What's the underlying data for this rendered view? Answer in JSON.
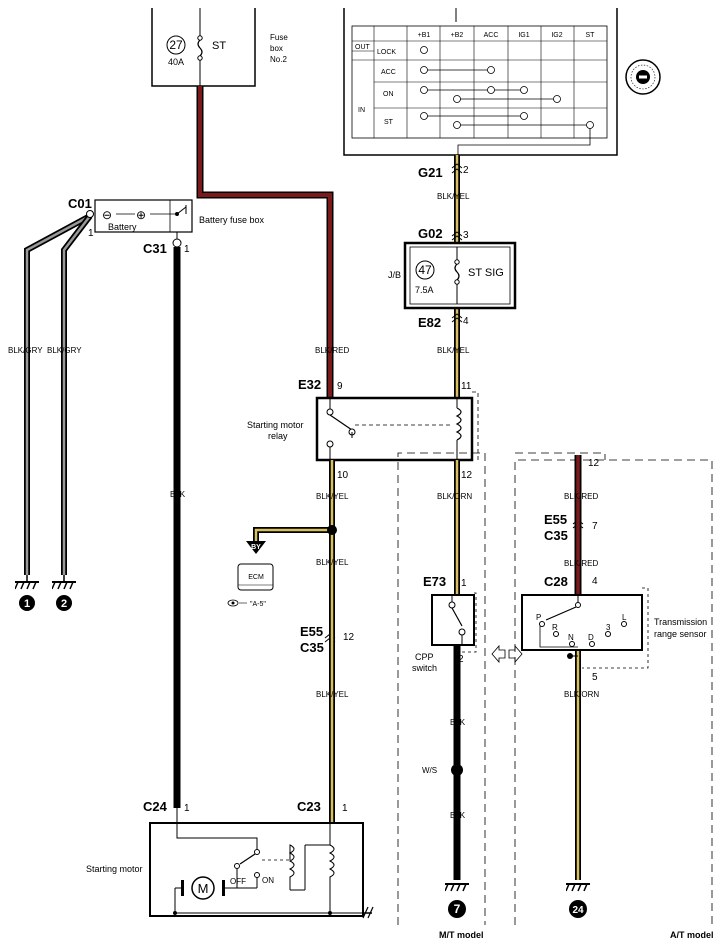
{
  "fuse_box_2": {
    "fuse_num": "27",
    "rating": "40A",
    "name": "ST",
    "label_line1": "Fuse",
    "label_line2": "box",
    "label_line3": "No.2"
  },
  "ign_table": {
    "out": "OUT",
    "in": "IN",
    "cols": [
      "+B1",
      "+B2",
      "ACC",
      "IG1",
      "IG2",
      "ST"
    ],
    "rows": [
      "LOCK",
      "ACC",
      "ON",
      "ST"
    ]
  },
  "connectors": {
    "g21": "G21",
    "g02": "G02",
    "e82": "E82",
    "e32": "E32",
    "e55_a": "E55",
    "c35_a": "C35",
    "e73": "E73",
    "c01": "C01",
    "c31": "C31",
    "c24": "C24",
    "c23": "C23",
    "e55_b": "E55",
    "c35_b": "C35",
    "c28": "C28"
  },
  "pins": {
    "g21": "2",
    "g02": "3",
    "e82": "4",
    "e32_9": "9",
    "e32_11": "11",
    "e32_10": "10",
    "e32_12": "12",
    "e55_a": "12",
    "e73_1": "1",
    "e73_2": "2",
    "c01": "1",
    "c31": "1",
    "c24": "1",
    "c23": "1",
    "at_12": "12",
    "e55_b": "7",
    "c28_4": "4",
    "c28_5": "5"
  },
  "wires": {
    "blk_yel_1": "BLK/YEL",
    "blk_yel_2": "BLK/YEL",
    "blk_red_1": "BLK/RED",
    "blk_gry_1": "BLK/GRY",
    "blk_gry_2": "BLK/GRY",
    "blk_1": "BLK",
    "blk_yel_3": "BLK/YEL",
    "blk_orn_1": "BLK/ORN",
    "blk_yel_4": "BLK/YEL",
    "blk_yel_5": "BLK/YEL",
    "blk_2": "BLK",
    "ws": "W/S",
    "blk_3": "BLK",
    "blk_red_2": "BLK/RED",
    "blk_red_3": "BLK/RED",
    "blk_orn_2": "BLK/ORN"
  },
  "jb": {
    "label": "J/B",
    "fuse_num": "47",
    "rating": "7.5A",
    "name": "ST SIG"
  },
  "battery": {
    "minus": "⊖",
    "plus": "⊕",
    "name": "Battery",
    "fuse_box": "Battery fuse box"
  },
  "relay": {
    "line1": "Starting motor",
    "line2": "relay"
  },
  "ecm": {
    "badge": "BY",
    "name": "ECM",
    "ref": "\"A-5\""
  },
  "cpp": {
    "line1": "CPP",
    "line2": "switch"
  },
  "starting_motor": {
    "name": "Starting motor",
    "motor": "M",
    "off": "OFF",
    "on": "ON"
  },
  "trs": {
    "line1": "Transmission",
    "line2": "range sensor",
    "p": "P",
    "r": "R",
    "n": "N",
    "d": "D",
    "three": "3",
    "l": "L"
  },
  "grounds": {
    "g1": "1",
    "g2": "2",
    "g7": "7",
    "g24": "24"
  },
  "models": {
    "mt": "M/T model",
    "at": "A/T model"
  }
}
